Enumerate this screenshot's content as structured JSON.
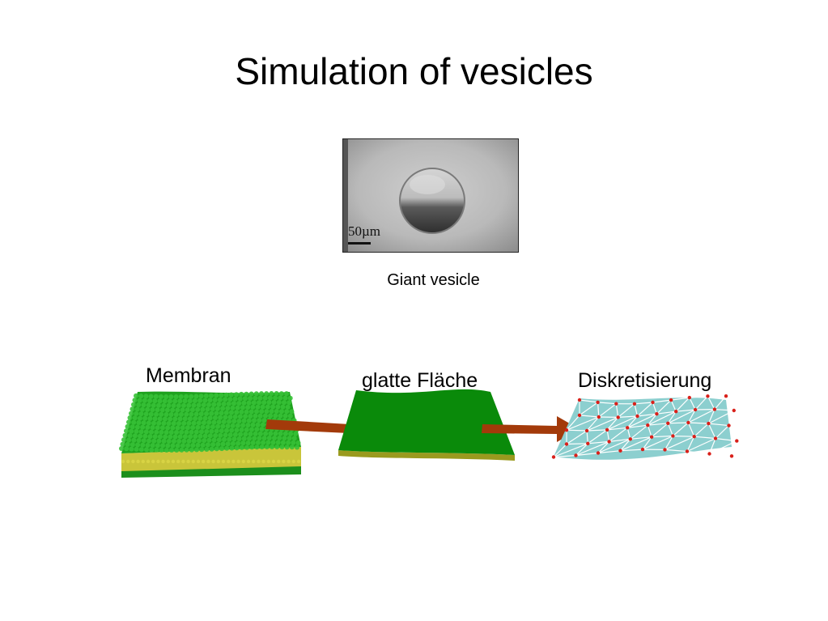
{
  "slide": {
    "title": "Simulation of vesicles",
    "micrograph": {
      "scale_label": "50µm",
      "caption": "Giant vesicle"
    },
    "stages": [
      {
        "label": "Membran"
      },
      {
        "label": "glatte Fläche"
      },
      {
        "label": "Diskretisierung"
      }
    ]
  },
  "colors": {
    "membrane_green": "#1fa21f",
    "lipid_tail_yellow": "#c9c53a",
    "smooth_surface_green": "#0a8a0a",
    "smooth_edge_olive": "#9a9a1e",
    "arrow_brown": "#a33a0a",
    "mesh_cyan": "#8ccfcf",
    "mesh_vertex_red": "#d9201a"
  }
}
